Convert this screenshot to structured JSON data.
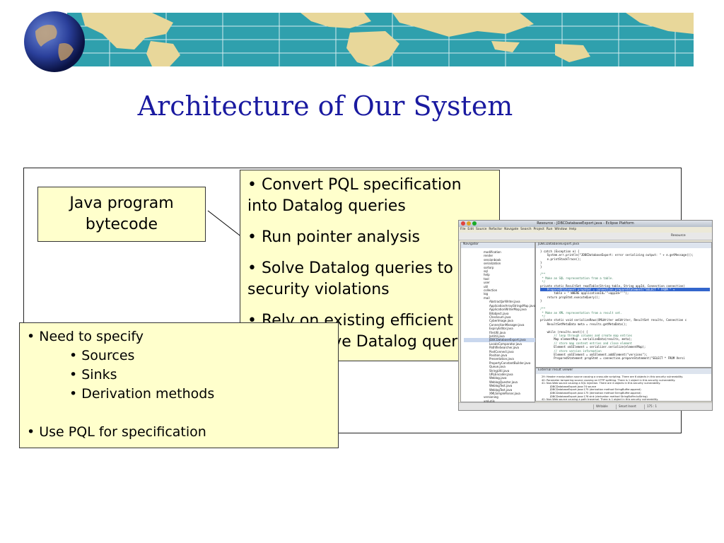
{
  "title": "Architecture of Our System",
  "java_box": {
    "line1": "Java program",
    "line2": "bytecode"
  },
  "steps": [
    "• Convert PQL specification\ninto Datalog queries",
    "• Run pointer analysis",
    "• Solve Datalog queries to\nsecurity violations",
    "• Rely on existing efficient\ntools to solve Datalog queries"
  ],
  "spec": {
    "first": "• Need to specify",
    "subs": [
      "• Sources",
      "• Sinks",
      "• Derivation methods"
    ],
    "last": "• Use PQL for specification"
  },
  "eclipse": {
    "window_title": "Resource - JDBCDatabaseExport.java - Eclipse Platform",
    "menu": [
      "File",
      "Edit",
      "Source",
      "Refactor",
      "Navigate",
      "Search",
      "Project",
      "Run",
      "Window",
      "Help"
    ],
    "perspective": "Resource",
    "navigator_title": "Navigator",
    "editor_tab": "JDBCDatabaseExport.java",
    "tree": [
      "modification",
      "render",
      "sessionbook",
      "serialization",
      "sortorp",
      "sql",
      "help",
      "tool",
      "user",
      "util",
      "collection",
      "log",
      "mail",
      "AbstractJarWriter.java",
      "ApplicationArrayStringsMap.java",
      "ApplicationWriterMap.java",
      "Bitobject.java",
      "Checksum.java",
      "CyberImage.java",
      "ConnectionManager.java",
      "ExpiryEditor.java",
      "FileUtil.java",
      "JarUtil.java",
      "JDBCDatabaseExport.java",
      "LocaleComparator.java",
      "PathfileSearcher.java",
      "PostConnect.java",
      "Position.java",
      "Presentation.java",
      "PropertyConstantBuilder.java",
      "Queue.java",
      "StringUtil.java",
      "URLEncoder.java",
      "Weblog.java",
      "WeblogQuester.java",
      "WeblogTest.java",
      "WeblogTest.java",
      "XMLSimpleParser.java",
      "versioning",
      "xmlutils",
      "theme"
    ],
    "code": [
      "} catch (Exception e) {",
      "    System.err.println(\"JDBCDatabaseExport: error serializing output: \" + e.getMessage());",
      "    e.printStackTrace();",
      "}",
      "}",
      "",
      "/**",
      " * Make an SQL representation from a table.",
      " */",
      "private static ResultSet readTable(String table, String appId, Connection connection)",
      "    PreparedStatement propStmt = connection.prepareStatement(\"SELECT * FROM \" +",
      "        table + \" WHERE applicationId='\"+appId+\"'\");",
      "    return propStmt.executeQuery();",
      "}",
      "",
      "/**",
      " * Make an XML representation from a result set.",
      " */",
      "private static void serializeRows(XMLWriter xmlWriter, ResultSet results, Connection c",
      "    ResultSetMetaData meta = results.getMetaData();",
      "",
      "    while (results.next()) {",
      "        // loop through columns and create map entries",
      "        Map elementMap = serializeData(results, meta);",
      "        // store map content entries and close element",
      "        Element xmlElement = serializer.serialize(elementMap);",
      "        // store version information",
      "        Element xmlElement = xmlElement.addElement(\"versions\");",
      "        PreparedStatement propStmt = connection.prepareStatement(\"SELECT * FROM Versi"
    ],
    "results_title": "External result viewer",
    "results": [
      "29: Header manipulation source causing a cross-site scripting. There are 6 objects in this security vulnerability.",
      "40: Parameter tampering source causing an HTTP splitting. There is 1 object in this security vulnerability.",
      "41: Non-Web source causing a SQL injection. There are 4 objects in this security vulnerability.",
      "JDBCDatabaseExport.java:74 source",
      "JDBCDatabaseExport.java:175 (derivation method StringBuffer.append)",
      "JDBCDatabaseExport.java:175 (derivation method StringBuffer.append)",
      "JDBCDatabaseExport.java:176 sink (derivation method StringBuffer.toString)",
      "42: Non-Web source causing a path traversal. There is 1 object in this security vulnerability."
    ],
    "status": [
      "Writable",
      "Smart Insert",
      "175 : 1"
    ]
  },
  "colors": {
    "title": "#1a1aa0",
    "note_fill": "#ffffcc",
    "banner": "#2fa0ad",
    "land": "#e8d79a"
  }
}
